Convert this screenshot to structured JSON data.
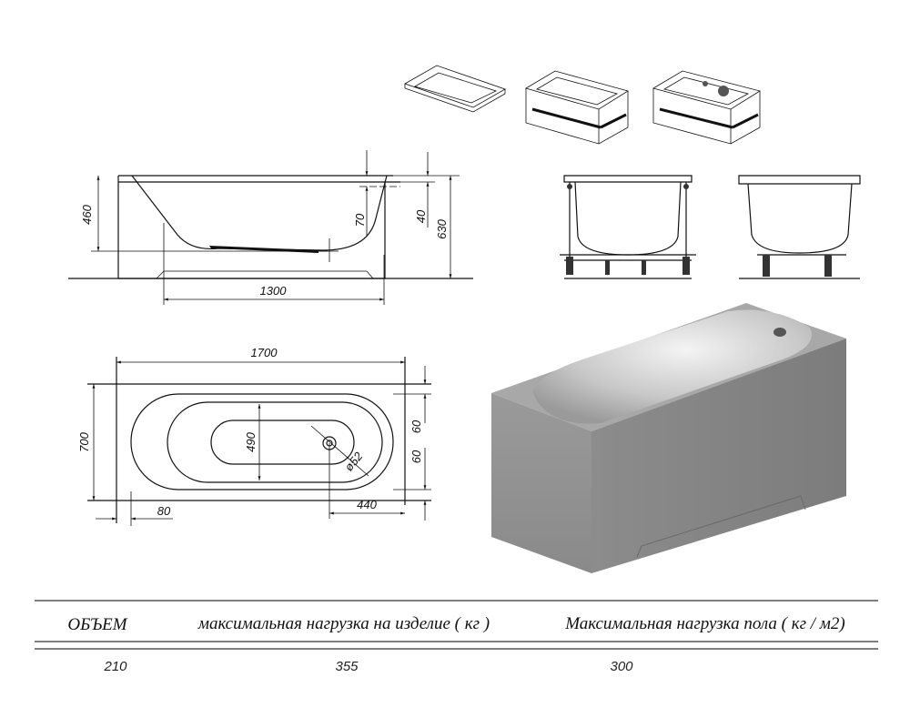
{
  "dimensions": {
    "side_height_inner": "460",
    "overflow_depth": "70",
    "rim_thickness": "40",
    "total_height": "630",
    "bottom_length": "1300",
    "length": "1700",
    "width": "700",
    "inner_width": "490",
    "drain_diameter": "ø52",
    "offset_top": "60",
    "offset_bottom": "60",
    "drain_offset": "440",
    "rim_offset": "80"
  },
  "table": {
    "headers": [
      "ОБЪЕМ",
      "максимальная нагрузка на изделие ( кг )",
      "Максимальная нагрузка пола ( кг / м2)"
    ],
    "values": [
      "210",
      "355",
      "300"
    ]
  }
}
